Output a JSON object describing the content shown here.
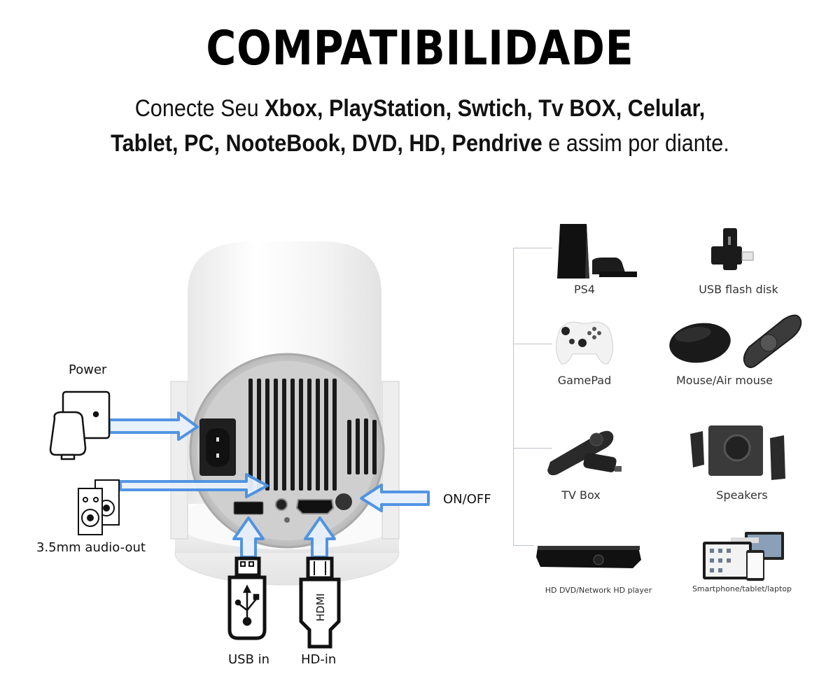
{
  "header": {
    "title": "COMPATIBILIDADE",
    "line1": {
      "prefix": "Conecte Seu ",
      "devices": "Xbox, PlayStation, Swtich, Tv BOX,  Celular,"
    },
    "line2": {
      "devices": "Tablet, PC, NooteBook, DVD, HD, Pendrive",
      "suffix": " e assim por diante."
    }
  },
  "projector": {
    "ports": {
      "power": "Power",
      "audio": "3.5mm audio-out",
      "on_off": "ON/OFF",
      "usb": "USB in",
      "hdmi": "HD-in"
    },
    "hdmi_plug_text": "HDMI",
    "arrow_color": "#4a90e2"
  },
  "devices": [
    {
      "label": "PS4",
      "icon": "ps4-console-icon"
    },
    {
      "label": "USB flash disk",
      "icon": "usb-flash-disk-icon"
    },
    {
      "label": "GamePad",
      "icon": "gamepad-icon"
    },
    {
      "label": "Mouse/Air mouse",
      "icon": "mouse-icon"
    },
    {
      "label": "TV Box",
      "icon": "tv-box-icon"
    },
    {
      "label": "Speakers",
      "icon": "speakers-icon"
    },
    {
      "label": "HD DVD/Network HD player",
      "icon": "dvd-player-icon"
    },
    {
      "label": "Smartphone/tablet/laptop",
      "icon": "smartphone-tablet-laptop-icon"
    }
  ]
}
